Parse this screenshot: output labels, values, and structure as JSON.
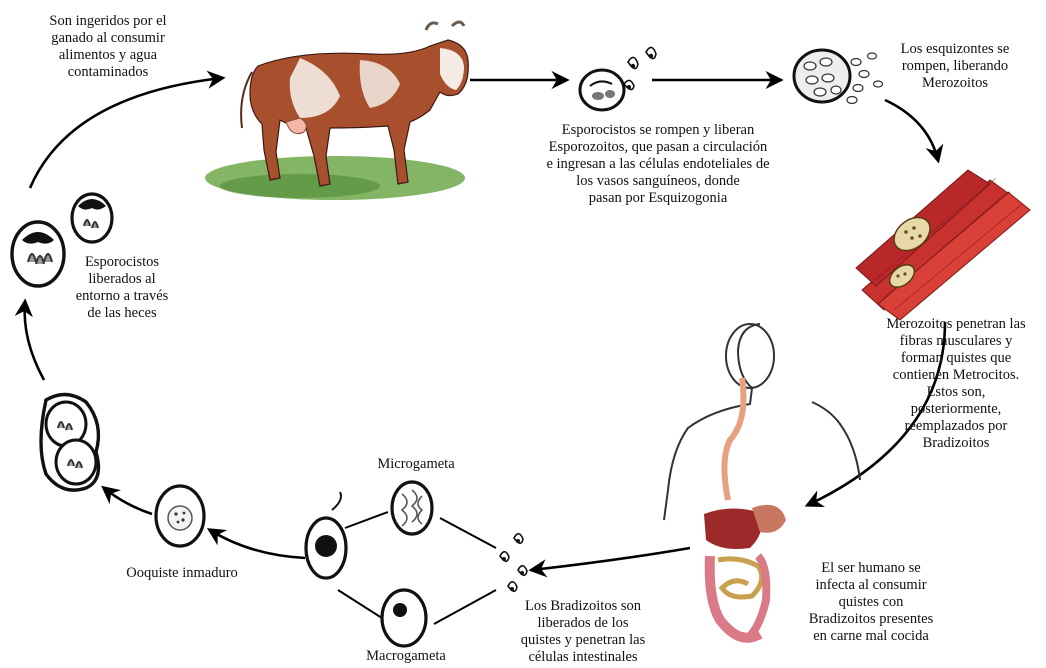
{
  "labels": {
    "cattle_ingestion": [
      "Son ingeridos por el",
      "ganado al consumir",
      "alimentos y agua",
      "contaminados"
    ],
    "sporocysts_rupture": [
      "Esporocistos se rompen y liberan",
      "Esporozoitos, que pasan a circulación",
      "e ingresan a las células endoteliales de",
      "los vasos sanguíneos, donde",
      "pasan por Esquizogonia"
    ],
    "schizonts": [
      "Los esquizontes se",
      "rompen, liberando",
      "Merozoitos"
    ],
    "merozoites_muscle": [
      "Merozoitos penetran las",
      "fibras musculares y",
      "forman quistes que",
      "contienen Metrocitos.",
      "Estos son,",
      "posteriormente,",
      "reemplazados por",
      "Bradizoitos"
    ],
    "human_infection": [
      "El ser humano se",
      "infecta al consumir",
      "quistes con",
      "Bradizoitos presentes",
      "en carne mal cocida"
    ],
    "bradyzoites_released": [
      "Los Bradizoitos son",
      "liberados de los",
      "quistes y penetran las",
      "células intestinales"
    ],
    "microgamete": [
      "Microgameta"
    ],
    "macrogamete": [
      "Macrogameta"
    ],
    "immature_oocyst": [
      "Ooquiste inmaduro"
    ],
    "sporocysts_feces": [
      "Esporocistos",
      "liberados al",
      "entorno a través",
      "de las heces"
    ]
  },
  "colors": {
    "cow_body": "#a8502e",
    "cow_patch": "#f4ece4",
    "grass": "#6fa84a",
    "muscle": "#c8322e",
    "intestine": "#d97a86",
    "liver": "#9c2a2a",
    "cyst_fill": "#ffffff",
    "cyst_dark": "#1a1a1a"
  }
}
